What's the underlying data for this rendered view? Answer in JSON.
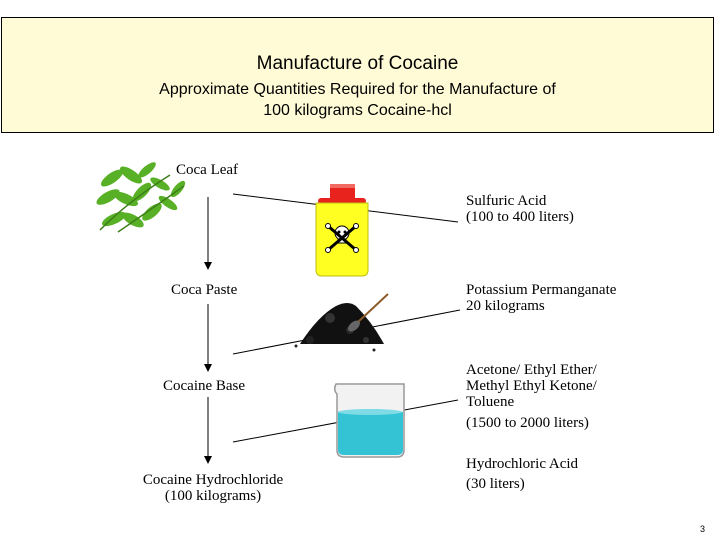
{
  "title": "Manufacture of Cocaine",
  "subtitle": {
    "line1": "Approximate Quantities Required for the Manufacture of",
    "line2": "100 kilograms Cocaine-hcl"
  },
  "stages": [
    {
      "label": "Coca Leaf"
    },
    {
      "label": "Coca Paste"
    },
    {
      "label": "Cocaine Base"
    },
    {
      "label": "Cocaine Hydrochloride",
      "label2": "(100 kilograms)"
    }
  ],
  "inputs": [
    {
      "line1": "Sulfuric Acid",
      "line2": "(100 to 400 liters)"
    },
    {
      "line1": "Potassium Permanganate",
      "line2": "20 kilograms"
    },
    {
      "line1": "Acetone/ Ethyl Ether/",
      "line2": "Methyl Ethyl Ketone/",
      "line3": "Toluene",
      "line4": "(1500 to 2000 liters)"
    },
    {
      "line1": "Hydrochloric Acid",
      "line2": "(30 liters)"
    }
  ],
  "icons": [
    "coca-leaves-icon",
    "poison-bottle-icon",
    "powder-pile-icon",
    "beaker-icon"
  ],
  "colors": {
    "title_box": "#fffbd6",
    "bottle": "#ffff22",
    "bottle_cap": "#e8231e",
    "beaker_liquid": "#34c3d4",
    "leaf": "#58b026"
  },
  "page_number": "3"
}
